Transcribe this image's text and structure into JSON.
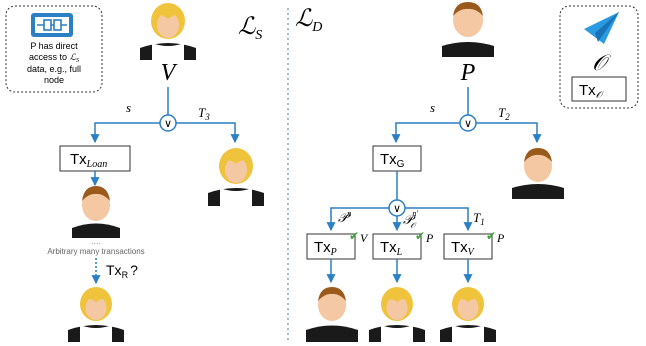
{
  "ledgers": {
    "source": {
      "script": "ℒ",
      "sub": "S"
    },
    "dest": {
      "script": "ℒ",
      "sub": "D"
    }
  },
  "info_box": {
    "line1": "P has direct",
    "line2": "access to",
    "line2_sym": "ℒ",
    "line2_sub": "S",
    "line3": "data, e.g., full",
    "line4": "node",
    "icon": "node-device-icon"
  },
  "oracle_box": {
    "symbol": "𝒪",
    "tx_label": "Tx",
    "tx_sub": "𝒪",
    "icon": "paper-plane-icon"
  },
  "left": {
    "root_label": "V",
    "split_symbol": "∨",
    "edge_left": "s",
    "edge_right_base": "T",
    "edge_right_sub": "3",
    "tx_loan_base": "Tx",
    "tx_loan_sub": "Loan",
    "arbitrary_dots": "....",
    "arbitrary_text": "Arbitrary many transactions",
    "tx_r_base": "Tx",
    "tx_r_sub": "R",
    "tx_r_q": "?"
  },
  "right": {
    "root_label": "P",
    "split_symbol": "∨",
    "edge_left": "s",
    "edge_right_base": "T",
    "edge_right_sub": "2",
    "tx_g_base": "Tx",
    "tx_g_sub": "G",
    "split2_symbol": "∨",
    "cond_p_base": "𝒫",
    "cond_p_sup": "n",
    "cond_po_base": "𝒫",
    "cond_po_sup": "n′",
    "cond_po_sub": "𝒪",
    "cond_t_base": "T",
    "cond_t_sub": "1",
    "tx_p_base": "Tx",
    "tx_p_sub": "P",
    "tx_p_signer": "V",
    "tx_l_base": "Tx",
    "tx_l_sub": "L",
    "tx_l_signer": "P",
    "tx_v_base": "Tx",
    "tx_v_sub": "V",
    "tx_v_signer": "P",
    "check": "✔"
  },
  "colors": {
    "edge": "#2b7fc4",
    "check": "#3aa335",
    "divider": "#6a8fb0",
    "hair_blonde": "#f0c33c",
    "hair_brown": "#9a5a1c",
    "plane": "#2a9be0"
  }
}
